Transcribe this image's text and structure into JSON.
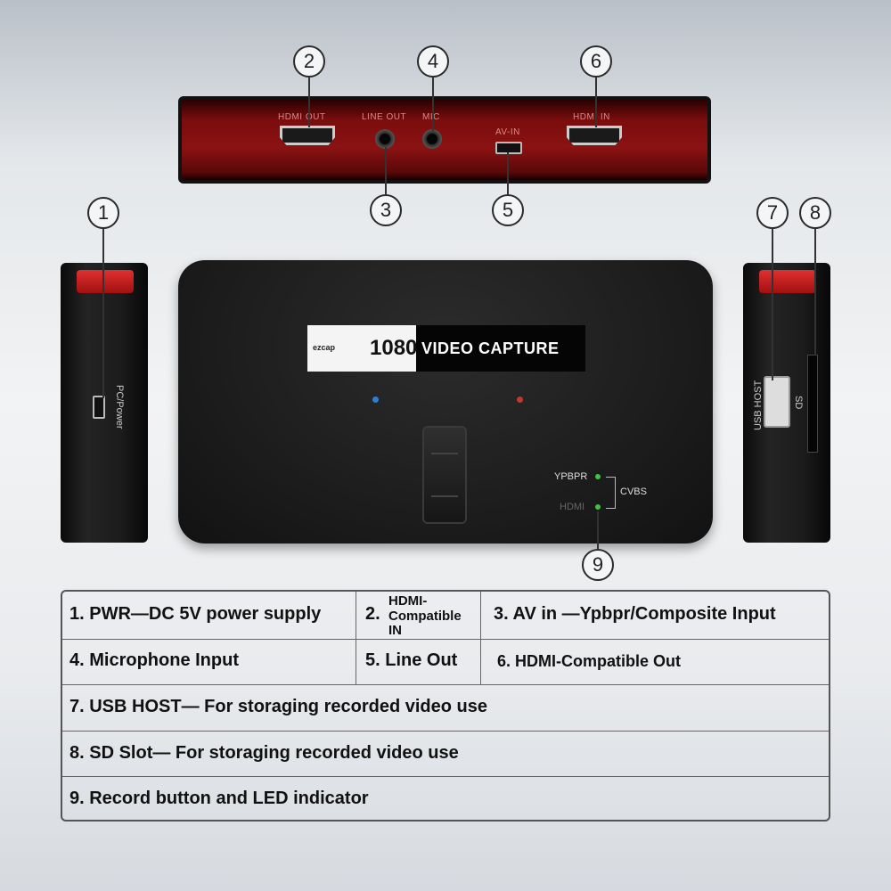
{
  "callouts": [
    "1",
    "2",
    "3",
    "4",
    "5",
    "6",
    "7",
    "8",
    "9"
  ],
  "device": {
    "brand_small": "ezcap",
    "logo_number": "1080",
    "logo_title": "VIDEO CAPTURE",
    "top_ports": {
      "hdmi_out": "HDMI OUT",
      "line_out": "LINE OUT",
      "mic": "MIC",
      "av_in": "AV-IN",
      "hdmi_in": "HDMI IN"
    },
    "left_side_label": "PC/Power",
    "right_side_labels": {
      "usb_host": "USB HOST",
      "sd": "SD"
    },
    "indicator": {
      "ypbpr": "YPBPR",
      "cvbs": "CVBS",
      "second_label": "HDMI"
    },
    "colors": {
      "accent_red": "#8b1212",
      "led_blue": "#2a7fd8",
      "led_red": "#c0392b",
      "led_green": "#3ec43e"
    }
  },
  "table": {
    "row1": [
      "1. PWR—DC 5V power supply",
      "2.",
      "HDMI-",
      "Compatible",
      "IN",
      "3. AV in —Ypbpr/Composite Input"
    ],
    "row2": [
      "4. Microphone Input",
      "5. Line Out",
      "6. HDMI-Compatible Out"
    ],
    "row3": "7. USB HOST— For storaging  recorded video use",
    "row4": "8. SD Slot— For storaging  recorded video use",
    "row5": "9. Record button and LED indicator"
  }
}
